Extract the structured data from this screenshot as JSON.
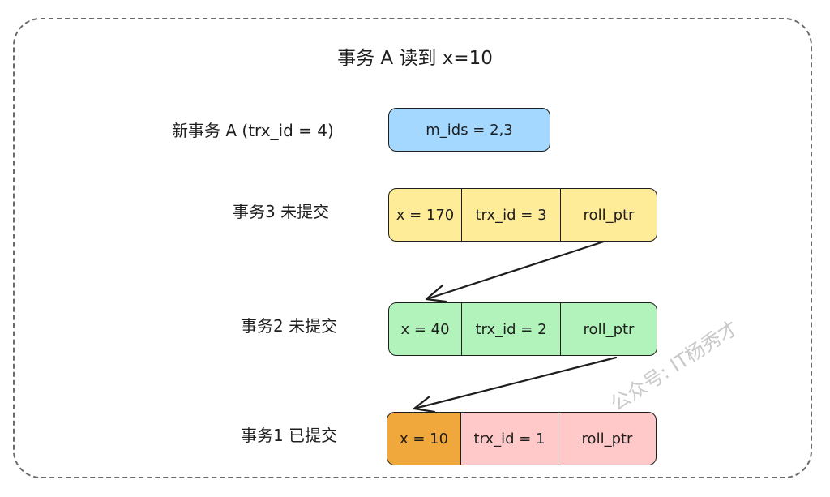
{
  "title": "事务 A 读到 x=10",
  "view": {
    "label": "新事务 A (trx_id = 4)",
    "m_ids": "m_ids = 2,3",
    "color": "#a5d8ff"
  },
  "rows": [
    {
      "label": "事务3 未提交",
      "value": "x = 170",
      "trx_id": "trx_id = 3",
      "roll_ptr": "roll_ptr",
      "color": "#ffec99",
      "highlight": ""
    },
    {
      "label": "事务2 未提交",
      "value": "x = 40",
      "trx_id": "trx_id = 2",
      "roll_ptr": "roll_ptr",
      "color": "#b2f2bb",
      "highlight": ""
    },
    {
      "label": "事务1 已提交",
      "value": "x = 10",
      "trx_id": "trx_id = 1",
      "roll_ptr": "roll_ptr",
      "color": "#ffc9c9",
      "highlight": "#f0a73b"
    }
  ],
  "watermark": "公众号: IT杨秀才"
}
